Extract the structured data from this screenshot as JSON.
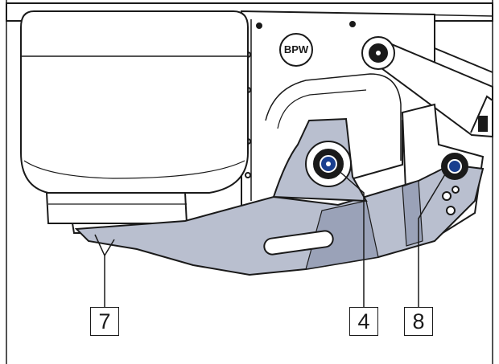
{
  "figure": {
    "logo_text": "BPW",
    "callouts": [
      {
        "id": "7",
        "label": "7"
      },
      {
        "id": "4",
        "label": "4"
      },
      {
        "id": "8",
        "label": "8"
      }
    ]
  },
  "colors": {
    "outline": "#1a1a1a",
    "highlight": "#1a3f8f",
    "part_fill": "#b9bfcf",
    "part_shade": "#9aa2b8",
    "background": "#ffffff"
  }
}
